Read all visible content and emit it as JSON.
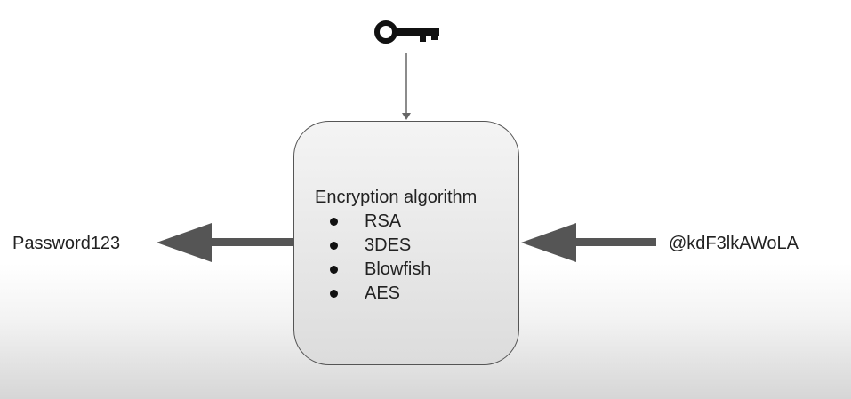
{
  "plaintext_label": "Password123",
  "ciphertext_label": "@kdF3lkAWoLA",
  "algorithm_box": {
    "title": "Encryption algorithm",
    "items": [
      "RSA",
      "3DES",
      "Blowfish",
      "AES"
    ]
  },
  "icons": {
    "key": "key-icon"
  },
  "colors": {
    "arrow": "#555555",
    "box_fill": "#e6e6e6",
    "box_border": "#555555",
    "text": "#222222"
  }
}
